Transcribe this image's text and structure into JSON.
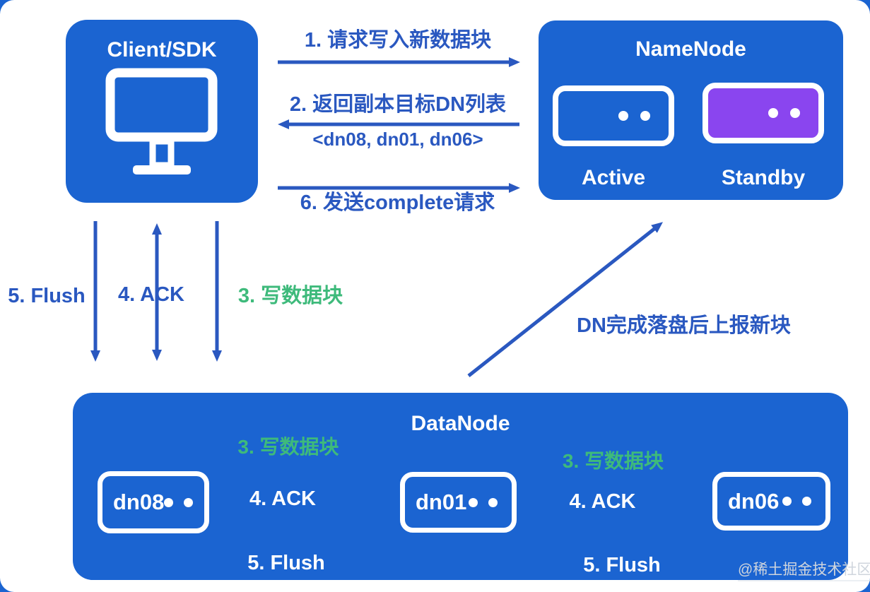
{
  "colors": {
    "background_blue": "#1b64d1",
    "canvas_white": "#ffffff",
    "box_blue": "#1b64d1",
    "arrow_blue": "#2a58c0",
    "text_blue": "#2a58c0",
    "green": "#3eba7b",
    "purple": "#8a45ef",
    "white": "#ffffff",
    "watermark_gray": "#cfd5dd"
  },
  "client": {
    "title": "Client/SDK",
    "icon": "monitor-icon"
  },
  "namenode": {
    "title": "NameNode",
    "active": {
      "label": "Active"
    },
    "standby": {
      "label": "Standby"
    }
  },
  "rpc": {
    "msg1": "1. 请求写入新数据块",
    "msg2": "2. 返回副本目标DN列表",
    "msg2_detail": "<dn08, dn01, dn06>",
    "msg6": "6. 发送complete请求"
  },
  "client_pipeline": {
    "flush": "5. Flush",
    "ack": "4. ACK",
    "write": "3. 写数据块"
  },
  "block_report": {
    "label": "DN完成落盘后上报新块"
  },
  "datanode": {
    "title": "DataNode",
    "nodes": [
      {
        "name": "dn08"
      },
      {
        "name": "dn01"
      },
      {
        "name": "dn06"
      }
    ],
    "pipeline": {
      "write": "3. 写数据块",
      "ack": "4. ACK",
      "flush": "5. Flush"
    }
  },
  "watermark": "@稀土掘金技术社区"
}
